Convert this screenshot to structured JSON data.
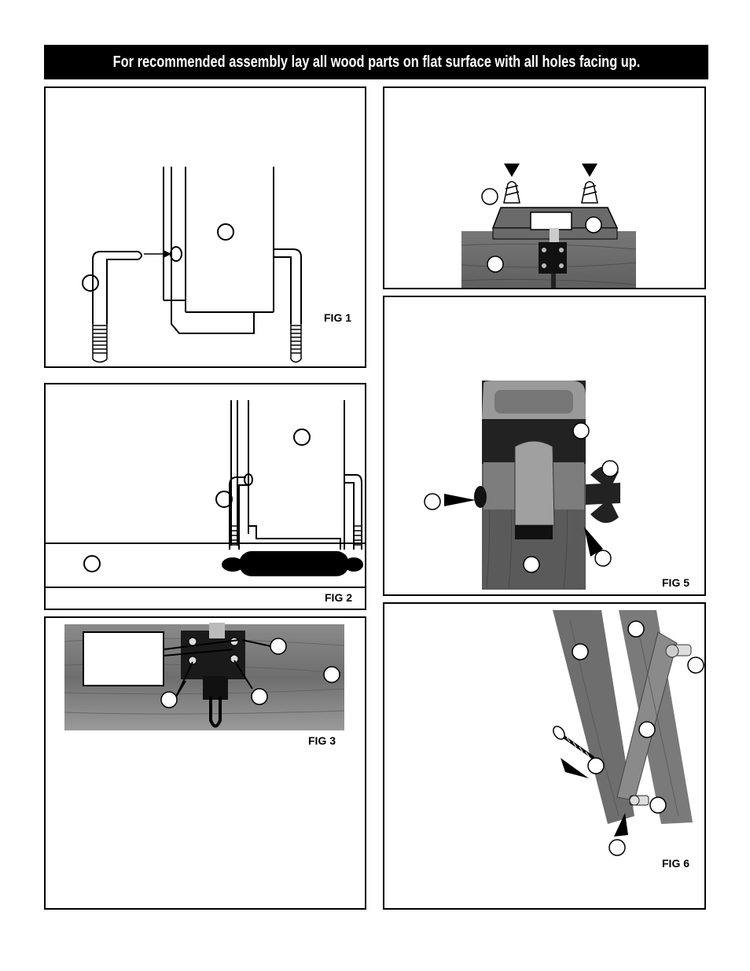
{
  "header": {
    "text": "For recommended assembly lay all wood parts on flat surface with all holes facing up."
  },
  "figures": {
    "fig1": "FIG 1",
    "fig2": "FIG 2",
    "fig3": "FIG 3",
    "fig5": "FIG 5",
    "fig6": "FIG 6"
  }
}
